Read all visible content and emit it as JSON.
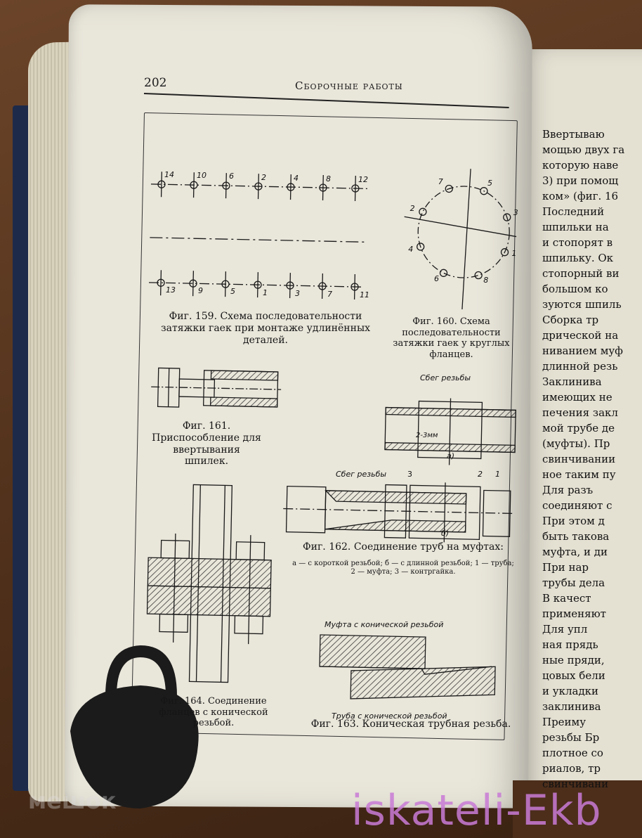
{
  "page": {
    "number": "202",
    "running_head": "Сборочные работы"
  },
  "figures": {
    "fig159": {
      "caption": "Фиг. 159. Схема последовательности затяжки гаек при монтаже удлинённых деталей.",
      "top_row": [
        "14",
        "10",
        "6",
        "2",
        "4",
        "8",
        "12"
      ],
      "bottom_row": [
        "13",
        "9",
        "5",
        "1",
        "3",
        "7",
        "11"
      ]
    },
    "fig160": {
      "caption": "Фиг. 160. Схема последовательности затяжки гаек у круглых фланцев.",
      "labels": [
        "7",
        "5",
        "3",
        "1",
        "8",
        "6",
        "4",
        "2"
      ]
    },
    "fig161": {
      "caption": "Фиг. 161. Приспособление для ввертывания шпилек."
    },
    "fig162": {
      "caption": "Фиг. 162. Соединение труб на муфтах:",
      "subcaption": "а — с короткой резьбой; б — с длинной резьбой; 1 — труба; 2 — муфта; 3 — контргайка.",
      "label_sbeg": "Сбег резьбы",
      "label_23mm": "2-3мм",
      "label_a": "а)",
      "label_b": "б)",
      "num1": "1",
      "num2": "2",
      "num3": "3"
    },
    "fig163": {
      "caption": "Фиг. 163. Коническая трубная резьба.",
      "label_mufta": "Муфта с конической резьбой",
      "label_truba": "Труба с конической резьбой"
    },
    "fig164": {
      "caption": "Фиг. 164. Соединение фланцев с конической резьбой."
    }
  },
  "right_column": [
    "Ввертываю",
    "мощью двух га",
    "которую наве",
    "3) при помощ",
    "ком» (фиг. 16",
    "Последний",
    "шпильки на",
    "и стопорят в",
    "шпильку. Ок",
    "стопорный ви",
    "большом ко",
    "зуются шпиль",
    "Сборка тр",
    "дрической на",
    "ниванием муф",
    "длинной резь",
    "Заклинива",
    "имеющих не",
    "печения закл",
    "мой трубе де",
    "(муфты). Пр",
    "свинчивании",
    "ное таким пу",
    "Для разъ",
    "соединяют с",
    "При этом д",
    "быть такова",
    "муфта, и ди",
    "При нар",
    "трубы дела",
    "В качест",
    "применяют",
    "Для упл",
    "ная прядь",
    "ные пряди,",
    "цовых бели",
    "и укладки",
    "заклинива",
    "Преиму",
    "резьбы Бр",
    "плотное со",
    "риалов, тр",
    "свинчивани"
  ],
  "watermark": "iskateli-Ekb",
  "watermark_left": "мешок"
}
